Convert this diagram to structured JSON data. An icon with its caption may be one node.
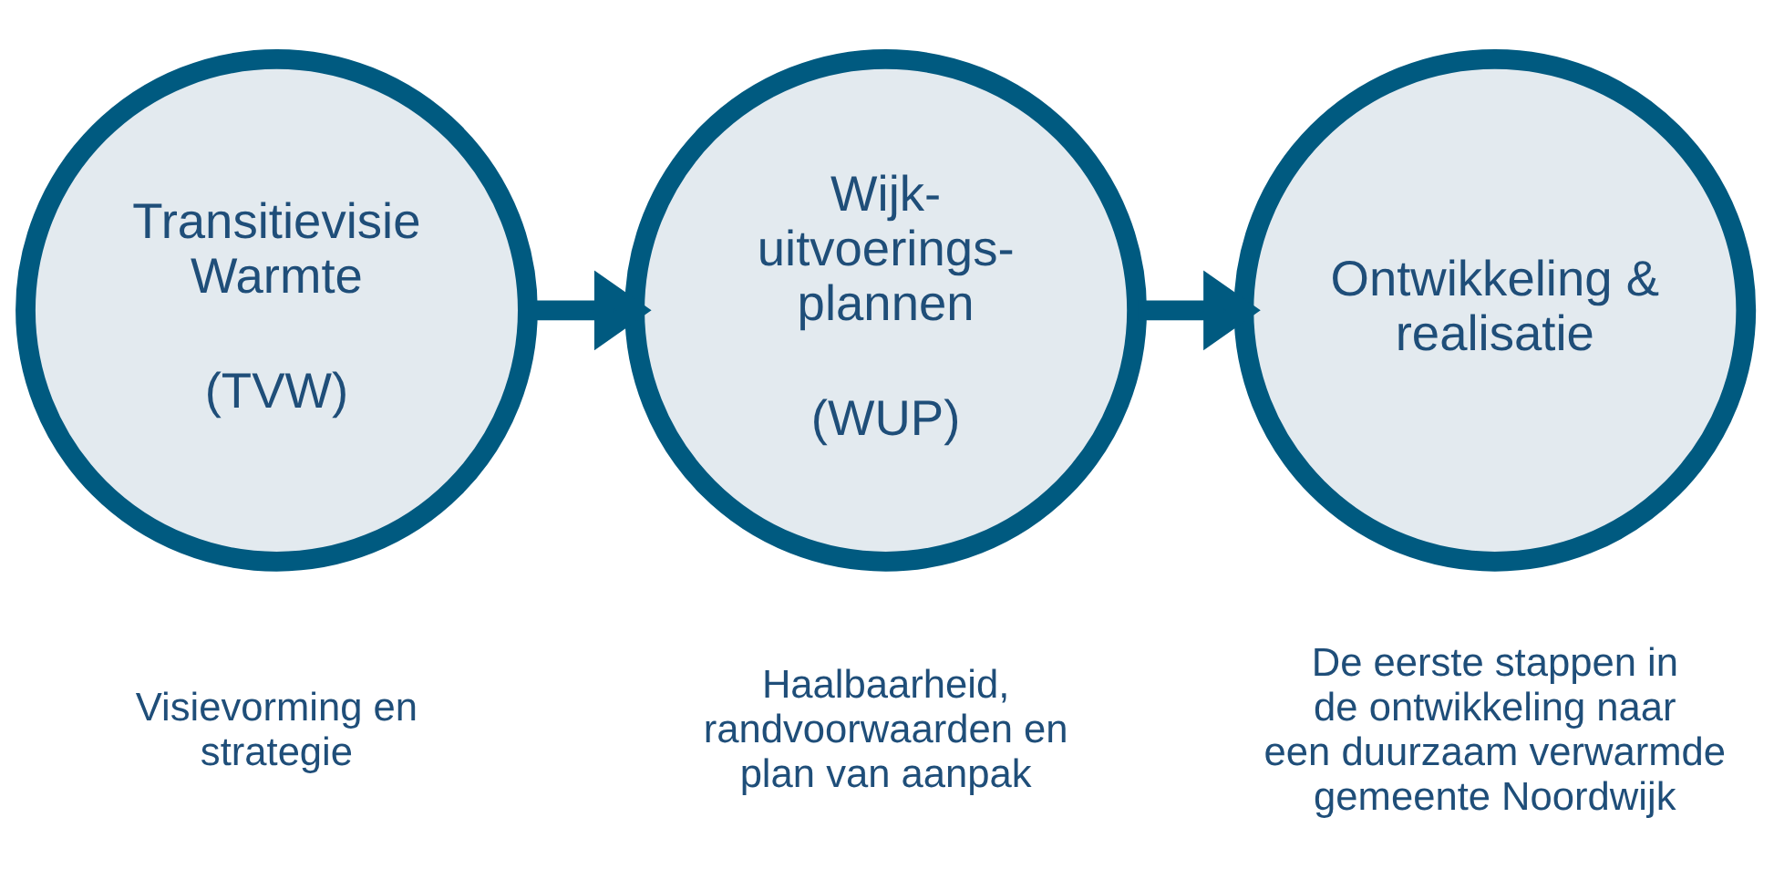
{
  "diagram": {
    "nodes": [
      {
        "text": [
          "Transitievisie Warmte",
          "(TVW)"
        ],
        "beside": [
          "Visievorming en strategie"
        ]
      },
      {
        "text": [
          "Wijk- uitvoerings- plannen",
          "(WUP)"
        ],
        "beside": [
          "Haalbaarheid, randvoorwaarden en plan van aanpak"
        ]
      },
      {
        "text": [
          "Ontwikkeling & realisatie"
        ],
        "beside": [
          "De eerste stappen in de ontwikkeling naar een duurzaam verwarmde gemeente Noordwijk"
        ]
      }
    ],
    "edges": [
      {
        "from": 0,
        "to": 1,
        "arrow": "to"
      },
      {
        "from": 1,
        "to": 2,
        "arrow": "to"
      }
    ]
  }
}
